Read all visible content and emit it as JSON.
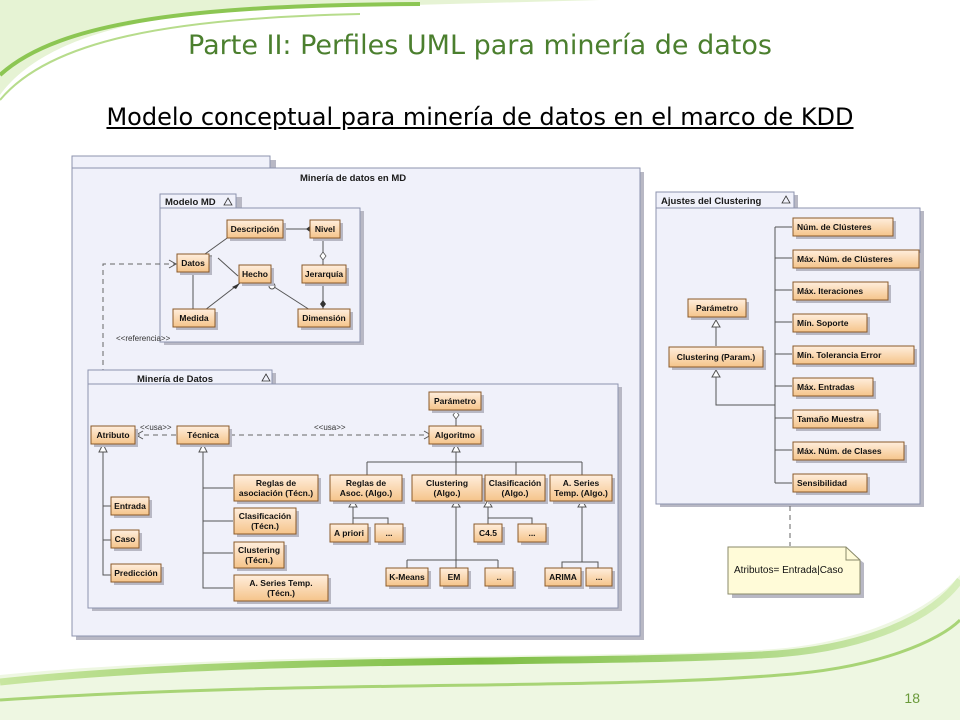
{
  "slide": {
    "title": "Parte II: Perfiles UML para minería de datos",
    "subtitle": "Modelo conceptual para minería de datos en el marco de KDD",
    "page_number": "18"
  },
  "packages": {
    "main": "Minería de datos en MD",
    "modelo_md": "Modelo MD",
    "mineria_datos": "Minería de Datos",
    "ajustes": "Ajustes del Clustering"
  },
  "modelo_md": {
    "descripcion": "Descripción",
    "nivel": "Nivel",
    "datos": "Datos",
    "hecho": "Hecho",
    "jerarquia": "Jerarquía",
    "medida": "Medida",
    "dimension": "Dimensión"
  },
  "labels": {
    "referencia": "<<referencia>>",
    "usa_1": "<<usa>>",
    "usa_2": "<<usa>>"
  },
  "mineria": {
    "atributo": "Atributo",
    "tecnica": "Técnica",
    "parametro": "Parámetro",
    "algoritmo": "Algoritmo",
    "entrada": "Entrada",
    "caso": "Caso",
    "prediccion": "Predicción",
    "reglas_tecn": [
      "Reglas de",
      "asociación (Técn.)"
    ],
    "clasif_tecn": [
      "Clasificación",
      "(Técn.)"
    ],
    "clust_tecn": [
      "Clustering",
      "(Técn.)"
    ],
    "series_tecn": [
      "A. Series Temp.",
      "(Técn.)"
    ],
    "reglas_algo": [
      "Reglas de",
      "Asoc. (Algo.)"
    ],
    "clust_algo": [
      "Clustering",
      "(Algo.)"
    ],
    "clasif_algo": [
      "Clasificación",
      "(Algo.)"
    ],
    "series_algo": [
      "A. Series",
      "Temp. (Algo.)"
    ],
    "apriori": "A priori",
    "apriori_more": "...",
    "c45": "C4.5",
    "c45_more": "...",
    "kmeans": "K-Means",
    "em": "EM",
    "clust_more": "..",
    "arima": "ARIMA",
    "arima_more": "..."
  },
  "ajustes": {
    "parametro": "Parámetro",
    "clustering_param": "Clustering (Param.)",
    "items": [
      "Núm. de Clústeres",
      "Máx. Núm. de Clústeres",
      "Máx. Iteraciones",
      "Mín. Soporte",
      "Mín. Tolerancia Error",
      "Máx. Entradas",
      "Tamaño Muestra",
      "Máx. Núm. de Clases",
      "Sensibilidad"
    ]
  },
  "note": {
    "text": "Atributos= Entrada|Caso"
  },
  "colors": {
    "title_green": "#4b7f2e",
    "box_top": "#ffeedd",
    "box_bottom": "#f5c48a",
    "package_fill": "#f0f1fa",
    "note_fill": "#fffbd8"
  }
}
